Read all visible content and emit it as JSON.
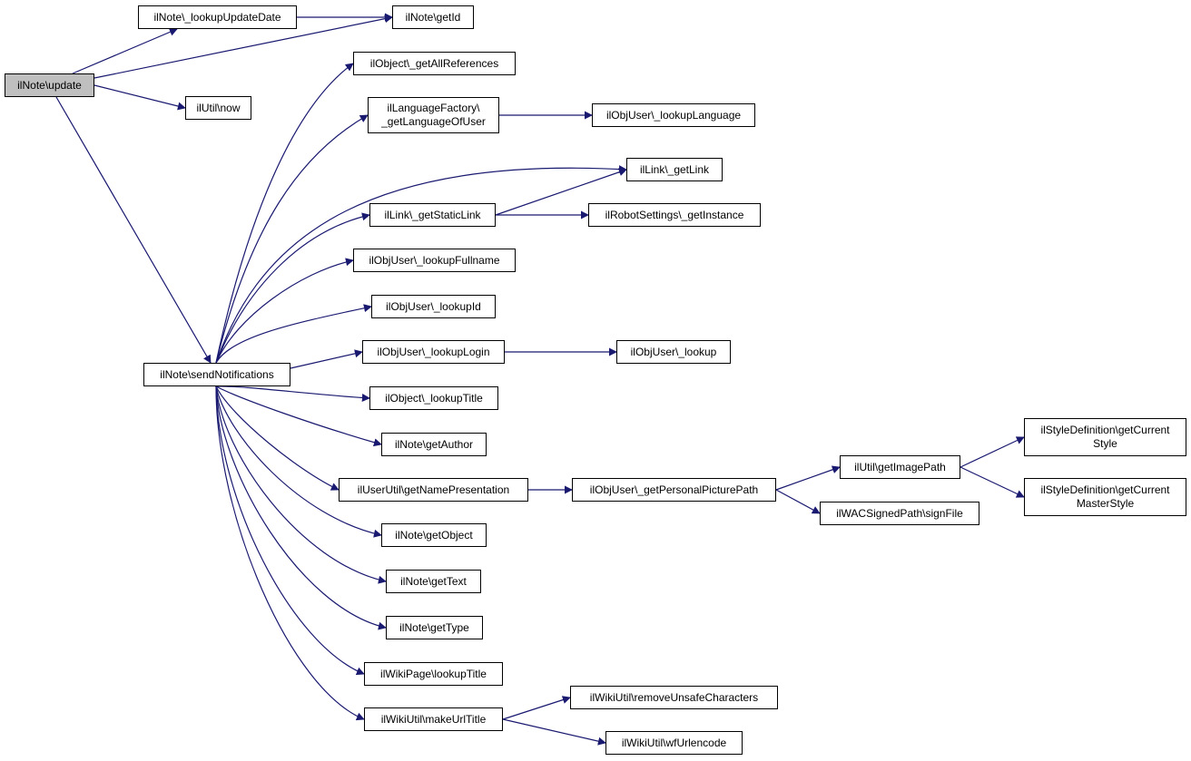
{
  "nodes": [
    {
      "id": "update",
      "label": "ilNote\\update",
      "root": true
    },
    {
      "id": "lookupUpdateDate",
      "label": "ilNote\\_lookupUpdateDate"
    },
    {
      "id": "getId",
      "label": "ilNote\\getId"
    },
    {
      "id": "now",
      "label": "ilUtil\\now"
    },
    {
      "id": "sendNotifications",
      "label": "ilNote\\sendNotifications"
    },
    {
      "id": "getAllReferences",
      "label": "ilObject\\_getAllReferences"
    },
    {
      "id": "getLanguageOfUser",
      "label": "ilLanguageFactory\\\n_getLanguageOfUser"
    },
    {
      "id": "lookupLanguage",
      "label": "ilObjUser\\_lookupLanguage"
    },
    {
      "id": "getLink",
      "label": "ilLink\\_getLink"
    },
    {
      "id": "getStaticLink",
      "label": "ilLink\\_getStaticLink"
    },
    {
      "id": "robotGetInstance",
      "label": "ilRobotSettings\\_getInstance"
    },
    {
      "id": "lookupFullname",
      "label": "ilObjUser\\_lookupFullname"
    },
    {
      "id": "lookupId",
      "label": "ilObjUser\\_lookupId"
    },
    {
      "id": "lookupLogin",
      "label": "ilObjUser\\_lookupLogin"
    },
    {
      "id": "objUserLookup",
      "label": "ilObjUser\\_lookup"
    },
    {
      "id": "lookupTitle",
      "label": "ilObject\\_lookupTitle"
    },
    {
      "id": "getAuthor",
      "label": "ilNote\\getAuthor"
    },
    {
      "id": "getNamePresentation",
      "label": "ilUserUtil\\getNamePresentation"
    },
    {
      "id": "getPersonalPicturePath",
      "label": "ilObjUser\\_getPersonalPicturePath"
    },
    {
      "id": "getImagePath",
      "label": "ilUtil\\getImagePath"
    },
    {
      "id": "getCurrentStyle",
      "label": "ilStyleDefinition\\getCurrent\nStyle"
    },
    {
      "id": "getCurrentMasterStyle",
      "label": "ilStyleDefinition\\getCurrent\nMasterStyle"
    },
    {
      "id": "signFile",
      "label": "ilWACSignedPath\\signFile"
    },
    {
      "id": "getObject",
      "label": "ilNote\\getObject"
    },
    {
      "id": "getText",
      "label": "ilNote\\getText"
    },
    {
      "id": "getType",
      "label": "ilNote\\getType"
    },
    {
      "id": "wikiLookupTitle",
      "label": "ilWikiPage\\lookupTitle"
    },
    {
      "id": "makeUrlTitle",
      "label": "ilWikiUtil\\makeUrlTitle"
    },
    {
      "id": "removeUnsafe",
      "label": "ilWikiUtil\\removeUnsafeCharacters"
    },
    {
      "id": "wfUrlencode",
      "label": "ilWikiUtil\\wfUrlencode"
    }
  ],
  "edges": [
    [
      "update",
      "lookupUpdateDate"
    ],
    [
      "update",
      "getId"
    ],
    [
      "lookupUpdateDate",
      "getId"
    ],
    [
      "update",
      "now"
    ],
    [
      "update",
      "sendNotifications"
    ],
    [
      "sendNotifications",
      "getAllReferences"
    ],
    [
      "sendNotifications",
      "getLanguageOfUser"
    ],
    [
      "getLanguageOfUser",
      "lookupLanguage"
    ],
    [
      "sendNotifications",
      "getLink"
    ],
    [
      "sendNotifications",
      "getStaticLink"
    ],
    [
      "getStaticLink",
      "getLink"
    ],
    [
      "getStaticLink",
      "robotGetInstance"
    ],
    [
      "sendNotifications",
      "lookupFullname"
    ],
    [
      "sendNotifications",
      "lookupId"
    ],
    [
      "sendNotifications",
      "lookupLogin"
    ],
    [
      "lookupLogin",
      "objUserLookup"
    ],
    [
      "sendNotifications",
      "lookupTitle"
    ],
    [
      "sendNotifications",
      "getAuthor"
    ],
    [
      "sendNotifications",
      "getNamePresentation"
    ],
    [
      "getNamePresentation",
      "getPersonalPicturePath"
    ],
    [
      "getPersonalPicturePath",
      "getImagePath"
    ],
    [
      "getImagePath",
      "getCurrentStyle"
    ],
    [
      "getImagePath",
      "getCurrentMasterStyle"
    ],
    [
      "getPersonalPicturePath",
      "signFile"
    ],
    [
      "sendNotifications",
      "getObject"
    ],
    [
      "sendNotifications",
      "getText"
    ],
    [
      "sendNotifications",
      "getType"
    ],
    [
      "sendNotifications",
      "wikiLookupTitle"
    ],
    [
      "sendNotifications",
      "makeUrlTitle"
    ],
    [
      "makeUrlTitle",
      "removeUnsafe"
    ],
    [
      "makeUrlTitle",
      "wfUrlencode"
    ]
  ],
  "colors": {
    "edge": "#191970",
    "root_fill": "#bfbfbf",
    "node_fill": "#ffffff",
    "border": "#000000"
  }
}
